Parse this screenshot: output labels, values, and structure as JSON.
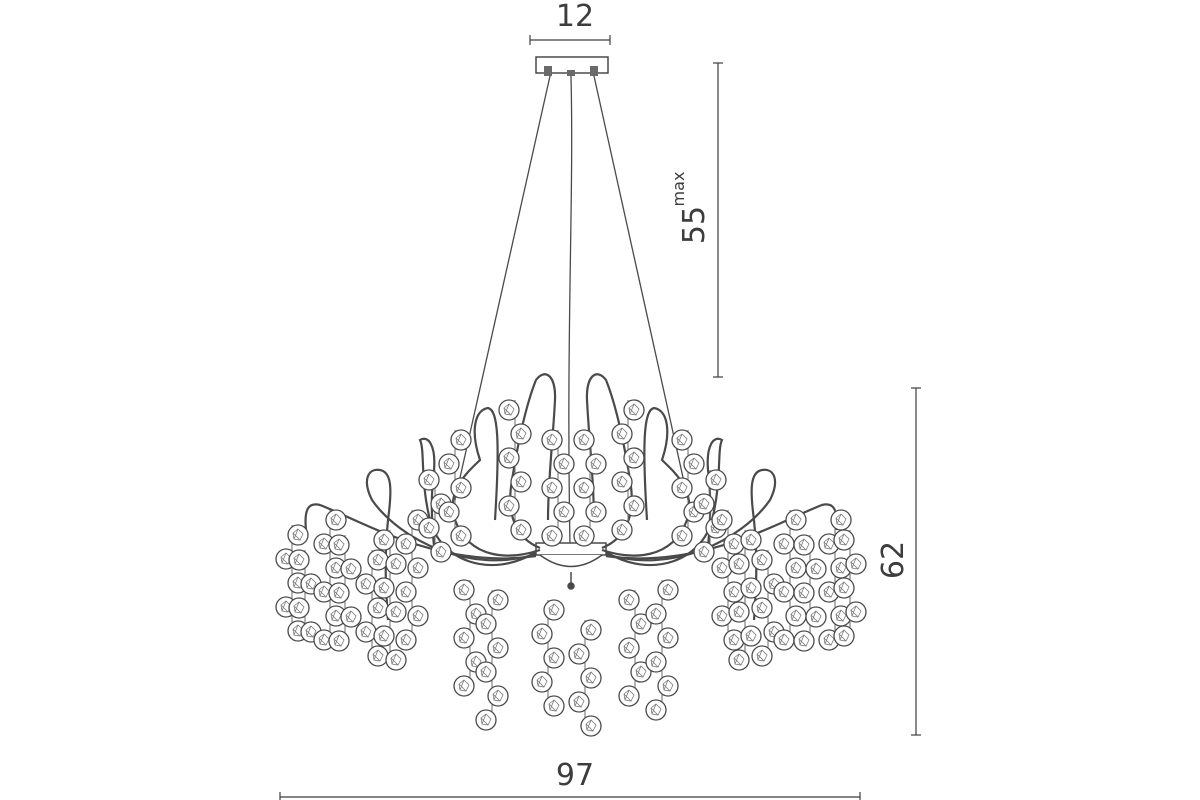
{
  "dimensions": {
    "canopy_width": "12",
    "cable_length": "55",
    "cable_length_qualifier": "max",
    "body_height": "62",
    "overall_width": "97"
  },
  "colors": {
    "line": "#4a4a4a",
    "dimension": "#3d3d3d",
    "background": "#ffffff"
  }
}
